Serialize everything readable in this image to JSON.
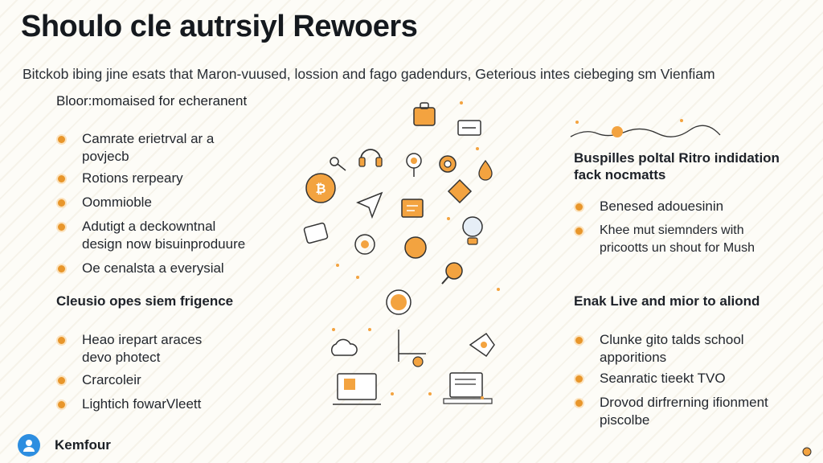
{
  "title": "Shoulo cle autrsiyl Rewoers",
  "subtitle": "Bitckob ibing jine esats that Maron-vuused, lossion and fago gadendurs, Geterious intes ciebeging sm Vienfiam",
  "left_top": {
    "heading": "Bloor:momaised for echeranent",
    "items": [
      [
        "Camrate erietrval ar a",
        "povjecb"
      ],
      [
        "Rotions rerpeary"
      ],
      [
        "Oommioble"
      ],
      [
        "Adutigt a deckowntnal",
        "design now bisuinproduure"
      ],
      [
        "Oe cenalsta a everysial"
      ]
    ]
  },
  "left_bottom": {
    "heading": "Cleusio opes siem frigence",
    "items": [
      [
        "Heao irepart araces",
        "devo photect"
      ],
      [
        "Crarcoleir"
      ],
      [
        "Lightich fowarVleett"
      ]
    ]
  },
  "right_top": {
    "heading_lines": [
      "Buspilles poltal Ritro indidation",
      "fack nocmatts"
    ],
    "items": [
      [
        "Benesed adouesinin"
      ],
      [
        "Khee mut siemnders with",
        "pricootts un shout for Mush"
      ]
    ]
  },
  "right_bottom": {
    "heading": "Enak Live and mior to aliond",
    "items": [
      [
        "Clunke gito talds school",
        "apporitions"
      ],
      [
        "Seanratic tieekt TVO"
      ],
      [
        "Drovod dirfrerning ifionment",
        "piscolbe"
      ]
    ]
  },
  "footer": {
    "name": "Kemfour"
  },
  "colors": {
    "accent": "#e8962b",
    "footer_logo": "#2d8ee0",
    "text": "#1b1f24"
  }
}
